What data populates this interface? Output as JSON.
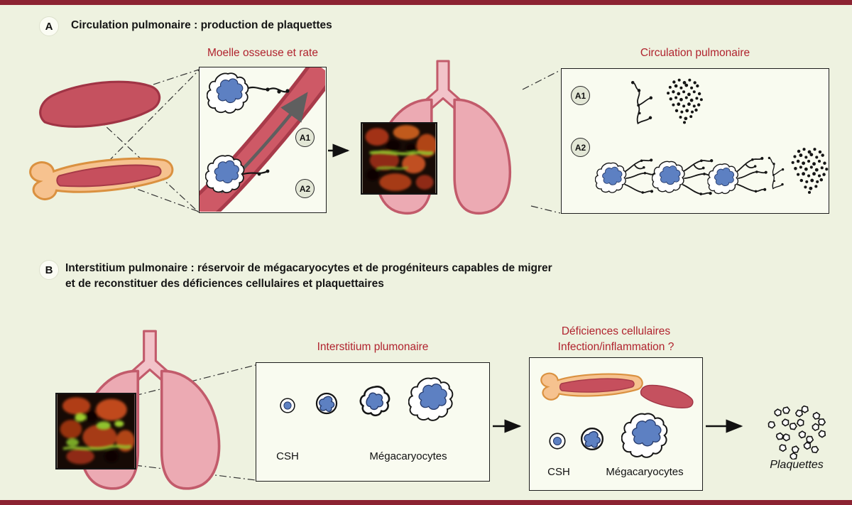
{
  "colors": {
    "background": "#eef2e0",
    "top_bottom_bars": "#8c2332",
    "accent_red_titles": "#b0232e",
    "cell_nucleus_blue": "#5d80c2",
    "lung_pink": "#ecaab3",
    "bone_orange": "#f6c28f",
    "vessel_red": "#ce5966"
  },
  "panel_a": {
    "label": "A",
    "title": "Circulation pulmonaire : production de plaquettes",
    "box1_title": "Moelle osseuse et rate",
    "box2_title": "Circulation pulmonaire",
    "a1": "A1",
    "a2": "A2"
  },
  "panel_b": {
    "label": "B",
    "title_line1": "Interstitium pulmonaire : réservoir de mégacaryocytes et de progéniteurs capables de migrer",
    "title_line2": "et de reconstituer des déficiences cellulaires et plaquettaires",
    "box1_title": "Interstitium plumonaire",
    "box2_title_line1": "Déficiences cellulaires",
    "box2_title_line2": "Infection/inflammation ?",
    "labels": {
      "csh": "CSH",
      "megakaryocytes": "Mégacaryocytes",
      "csh2": "CSH",
      "megakaryocytes2": "Mégacaryocytes",
      "platelets": "Plaquettes"
    }
  }
}
